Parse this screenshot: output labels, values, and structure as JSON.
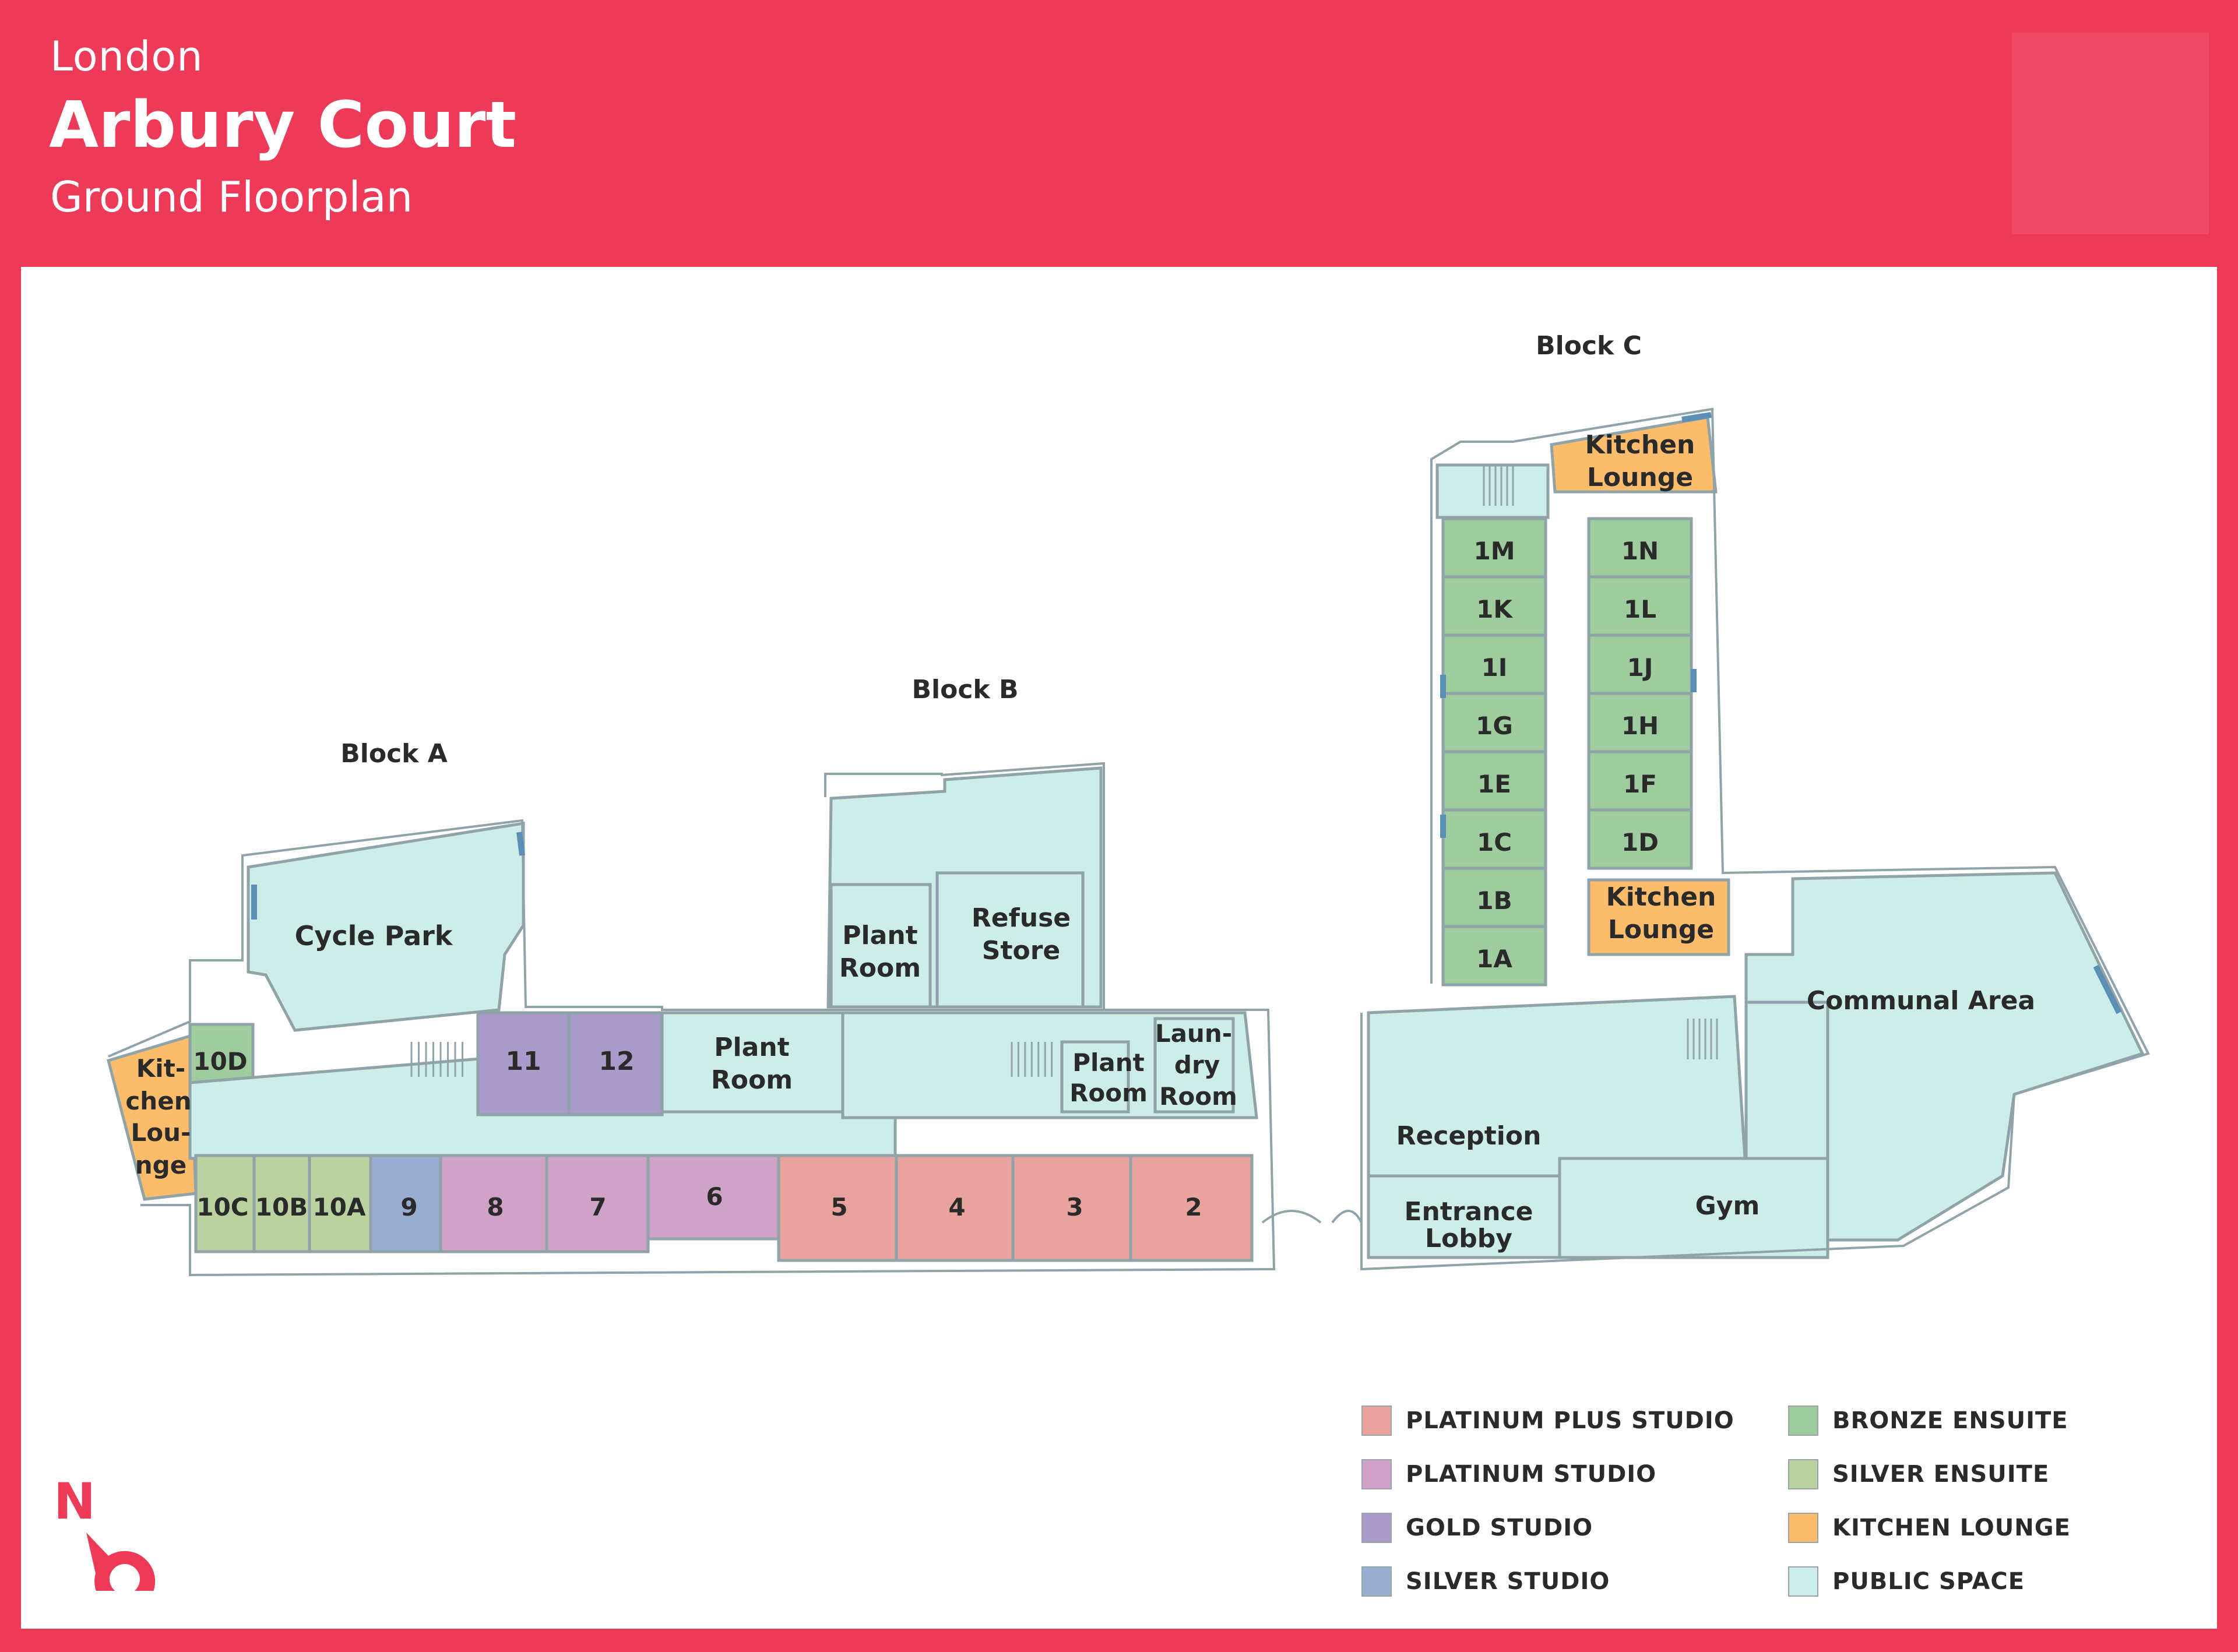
{
  "header": {
    "city": "London",
    "title": "Arbury Court",
    "subtitle": "Ground Floorplan"
  },
  "colors": {
    "brand": "#ee3a59",
    "platinum_plus": "#e8a39f",
    "platinum": "#cfa3c8",
    "gold": "#a99bc9",
    "silver_studio": "#97aed1",
    "bronze": "#9ecc9f",
    "silver_ensuite": "#b9d29f",
    "kitchen": "#fbbd6b",
    "public": "#cdeee8",
    "wall": "#8fa3a8"
  },
  "blocks": {
    "a": "Block A",
    "b": "Block B",
    "c": "Block C"
  },
  "rooms": {
    "cycle_park": "Cycle Park",
    "kitchen_a_1": "Kit-",
    "kitchen_a_2": "chen",
    "kitchen_a_3": "Lou-",
    "kitchen_a_4": "nge",
    "r10d": "10D",
    "r10c": "10C",
    "r10b": "10B",
    "r10a": "10A",
    "r9": "9",
    "r8": "8",
    "r7": "7",
    "r6": "6",
    "r5": "5",
    "r4": "4",
    "r3": "3",
    "r2": "2",
    "r11": "11",
    "r12": "12",
    "plant_room_1a": "Plant",
    "plant_room_1b": "Room",
    "plant_room_2a": "Plant",
    "plant_room_2b": "Room",
    "plant_room_3a": "Plant",
    "plant_room_3b": "Room",
    "refuse_1": "Refuse",
    "refuse_2": "Store",
    "laundry_1": "Laun-",
    "laundry_2": "dry",
    "laundry_3": "Room",
    "kitchen_c1_1": "Kitchen",
    "kitchen_c1_2": "Lounge",
    "kitchen_c2_1": "Kitchen",
    "kitchen_c2_2": "Lounge",
    "r1m": "1M",
    "r1n": "1N",
    "r1k": "1K",
    "r1l": "1L",
    "r1i": "1I",
    "r1j": "1J",
    "r1g": "1G",
    "r1h": "1H",
    "r1e": "1E",
    "r1f": "1F",
    "r1c": "1C",
    "r1d": "1D",
    "r1b": "1B",
    "r1a": "1A",
    "communal": "Communal Area",
    "reception": "Reception",
    "entrance_1": "Entrance",
    "entrance_2": "Lobby",
    "gym": "Gym"
  },
  "legend": [
    {
      "label": "PLATINUM PLUS STUDIO",
      "color": "#e8a39f"
    },
    {
      "label": "PLATINUM STUDIO",
      "color": "#cfa3c8"
    },
    {
      "label": "GOLD STUDIO",
      "color": "#a99bc9"
    },
    {
      "label": "SILVER STUDIO",
      "color": "#97aed1"
    },
    {
      "label": "BRONZE ENSUITE",
      "color": "#9ecc9f"
    },
    {
      "label": "SILVER ENSUITE",
      "color": "#b9d29f"
    },
    {
      "label": "KITCHEN LOUNGE",
      "color": "#fbbd6b"
    },
    {
      "label": "PUBLIC SPACE",
      "color": "#cdeee8"
    }
  ],
  "compass": {
    "label": "N"
  }
}
